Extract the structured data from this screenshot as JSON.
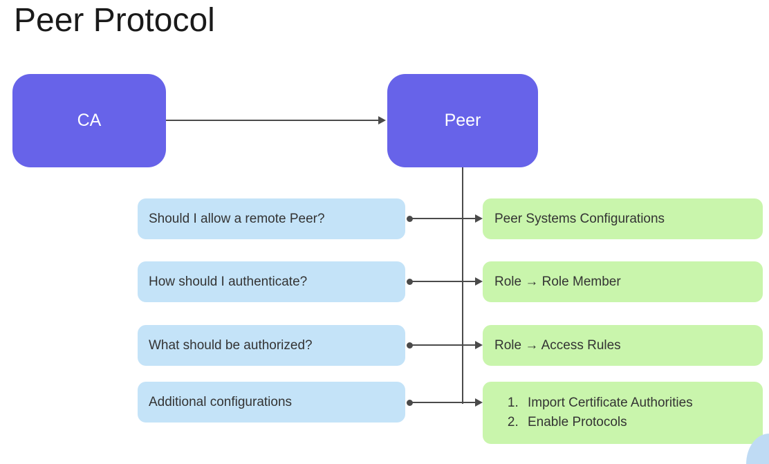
{
  "title": "Peer Protocol",
  "nodes": {
    "ca": {
      "label": "CA"
    },
    "peer": {
      "label": "Peer"
    }
  },
  "rows": [
    {
      "question": "Should I allow a remote Peer?",
      "answer": "Peer Systems Configurations"
    },
    {
      "question": "How should I authenticate?",
      "answer": "Role → Role Member"
    },
    {
      "question": "What should be authorized?",
      "answer": "Role → Access Rules"
    },
    {
      "question": "Additional configurations",
      "answer_items": [
        "Import Certificate Authorities",
        "Enable Protocols"
      ]
    }
  ],
  "colors": {
    "node_fill": "#6763E9",
    "node_text": "#FFFFFF",
    "question_fill": "#C4E3F8",
    "answer_fill": "#C9F5AC",
    "connector": "#4A4A4A",
    "box_text": "#333333",
    "title_text": "#1A1A1A",
    "corner_accent": "#BFDBF4"
  }
}
